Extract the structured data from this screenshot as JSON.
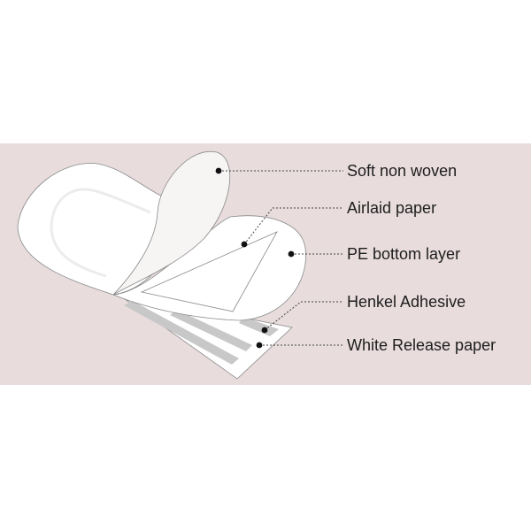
{
  "diagram": {
    "type": "layered-product-cross-section",
    "background_color": "#e8dcdd",
    "layers": [
      {
        "label": "Soft non woven"
      },
      {
        "label": "Airlaid paper"
      },
      {
        "label": "PE bottom layer"
      },
      {
        "label": "Henkel Adhesive"
      },
      {
        "label": "White Release paper"
      }
    ]
  }
}
